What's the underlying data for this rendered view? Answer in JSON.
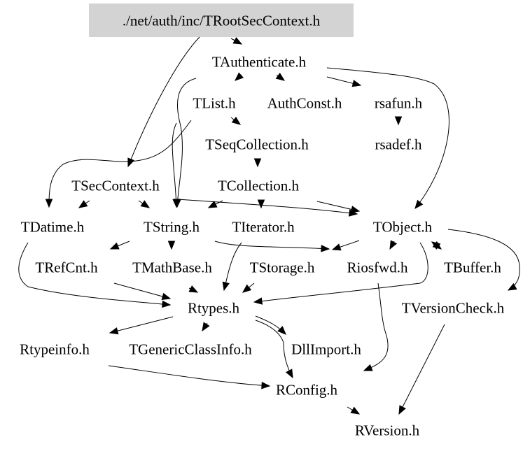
{
  "graph": {
    "title": "./net/auth/inc/TRootSecContext.h",
    "root_fill": "#d3d3d3",
    "nodes": [
      {
        "id": "root",
        "label": "./net/auth/inc/TRootSecContext.h"
      },
      {
        "id": "TAuthenticate",
        "label": "TAuthenticate.h"
      },
      {
        "id": "TList",
        "label": "TList.h"
      },
      {
        "id": "AuthConst",
        "label": "AuthConst.h"
      },
      {
        "id": "rsafun",
        "label": "rsafun.h"
      },
      {
        "id": "TSeqCollection",
        "label": "TSeqCollection.h"
      },
      {
        "id": "rsadef",
        "label": "rsadef.h"
      },
      {
        "id": "TSecContext",
        "label": "TSecContext.h"
      },
      {
        "id": "TCollection",
        "label": "TCollection.h"
      },
      {
        "id": "TDatime",
        "label": "TDatime.h"
      },
      {
        "id": "TString",
        "label": "TString.h"
      },
      {
        "id": "TIterator",
        "label": "TIterator.h"
      },
      {
        "id": "TObject",
        "label": "TObject.h"
      },
      {
        "id": "TRefCnt",
        "label": "TRefCnt.h"
      },
      {
        "id": "TMathBase",
        "label": "TMathBase.h"
      },
      {
        "id": "TStorage",
        "label": "TStorage.h"
      },
      {
        "id": "Riosfwd",
        "label": "Riosfwd.h"
      },
      {
        "id": "TBuffer",
        "label": "TBuffer.h"
      },
      {
        "id": "Rtypes",
        "label": "Rtypes.h"
      },
      {
        "id": "TVersionCheck",
        "label": "TVersionCheck.h"
      },
      {
        "id": "Rtypeinfo",
        "label": "Rtypeinfo.h"
      },
      {
        "id": "TGenericClassInfo",
        "label": "TGenericClassInfo.h"
      },
      {
        "id": "DllImport",
        "label": "DllImport.h"
      },
      {
        "id": "RConfig",
        "label": "RConfig.h"
      },
      {
        "id": "RVersion",
        "label": "RVersion.h"
      }
    ],
    "edges": [
      {
        "from": "root",
        "to": "TAuthenticate"
      },
      {
        "from": "root",
        "to": "TSecContext"
      },
      {
        "from": "TAuthenticate",
        "to": "TList"
      },
      {
        "from": "TAuthenticate",
        "to": "AuthConst"
      },
      {
        "from": "TAuthenticate",
        "to": "rsafun"
      },
      {
        "from": "TAuthenticate",
        "to": "TObject"
      },
      {
        "from": "TAuthenticate",
        "to": "TString"
      },
      {
        "from": "TList",
        "to": "TSeqCollection"
      },
      {
        "from": "TList",
        "to": "TDatime"
      },
      {
        "from": "TList",
        "to": "TString"
      },
      {
        "from": "rsafun",
        "to": "rsadef"
      },
      {
        "from": "TSeqCollection",
        "to": "TCollection"
      },
      {
        "from": "TSecContext",
        "to": "TDatime"
      },
      {
        "from": "TSecContext",
        "to": "TString"
      },
      {
        "from": "TSecContext",
        "to": "TObject"
      },
      {
        "from": "TCollection",
        "to": "TString"
      },
      {
        "from": "TCollection",
        "to": "TIterator"
      },
      {
        "from": "TCollection",
        "to": "TObject"
      },
      {
        "from": "TString",
        "to": "TRefCnt"
      },
      {
        "from": "TString",
        "to": "TMathBase"
      },
      {
        "from": "TString",
        "to": "Riosfwd"
      },
      {
        "from": "TIterator",
        "to": "Rtypes"
      },
      {
        "from": "TObject",
        "to": "Riosfwd"
      },
      {
        "from": "TObject",
        "to": "TStorage"
      },
      {
        "from": "TObject",
        "to": "TBuffer"
      },
      {
        "from": "TBuffer",
        "to": "TObject"
      },
      {
        "from": "TObject",
        "to": "TVersionCheck"
      },
      {
        "from": "TObject",
        "to": "Rtypes"
      },
      {
        "from": "TDatime",
        "to": "Rtypes"
      },
      {
        "from": "TRefCnt",
        "to": "Rtypes"
      },
      {
        "from": "TMathBase",
        "to": "Rtypes"
      },
      {
        "from": "TStorage",
        "to": "Rtypes"
      },
      {
        "from": "Riosfwd",
        "to": "RConfig"
      },
      {
        "from": "Rtypes",
        "to": "Rtypeinfo"
      },
      {
        "from": "Rtypes",
        "to": "TGenericClassInfo"
      },
      {
        "from": "Rtypes",
        "to": "DllImport"
      },
      {
        "from": "Rtypes",
        "to": "RConfig"
      },
      {
        "from": "Rtypeinfo",
        "to": "RConfig"
      },
      {
        "from": "TVersionCheck",
        "to": "RVersion"
      },
      {
        "from": "RConfig",
        "to": "RVersion"
      }
    ]
  }
}
